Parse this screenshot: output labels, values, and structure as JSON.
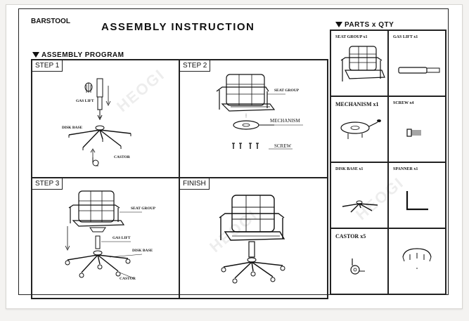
{
  "header": {
    "product": "BARSTOOL",
    "title": "ASSEMBLY INSTRUCTION",
    "program_label": "ASSEMBLY PROGRAM",
    "parts_label": "PARTS x QTY"
  },
  "steps": {
    "step1": {
      "tag": "STEP 1",
      "gas_lift": "GAS LIFT",
      "disk_base": "DISK BASE",
      "castor": "CASTOR"
    },
    "step2": {
      "tag": "STEP 2",
      "seat_group": "SEAT GROUP",
      "mechanism": "MECHANISM",
      "screw": "SCREW"
    },
    "step3": {
      "tag": "STEP 3",
      "seat_group": "SEAT GROUP",
      "gas_lift": "GAS LIFT",
      "disk_base": "DISK BASE",
      "castor": "CASTOR"
    },
    "finish": {
      "tag": "FINISH"
    }
  },
  "parts": [
    {
      "label": "SEAT GROUP  x1"
    },
    {
      "label": "GAS LIFT  x1"
    },
    {
      "label": "MECHANISM  x1"
    },
    {
      "label": "SCREW  x4"
    },
    {
      "label": "DISK BASE  x1"
    },
    {
      "label": "SPANNER  x1"
    },
    {
      "label": "CASTOR  x5"
    },
    {
      "label": ""
    }
  ],
  "watermark": "HEOGI"
}
